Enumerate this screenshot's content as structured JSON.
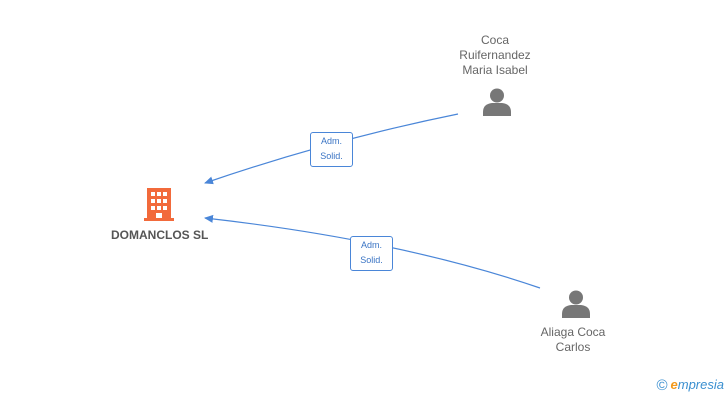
{
  "company": {
    "name": "DOMANCLOS SL",
    "icon": "building-icon",
    "color": "#f26a3b"
  },
  "persons": [
    {
      "lines": [
        "Coca",
        "Ruifernandez",
        "Maria Isabel"
      ],
      "icon": "person-icon"
    },
    {
      "lines": [
        "Aliaga Coca",
        "Carlos"
      ],
      "icon": "person-icon"
    }
  ],
  "edges": [
    {
      "from": "Coca Ruifernandez Maria Isabel",
      "to": "DOMANCLOS SL",
      "label_lines": [
        "Adm.",
        "Solid."
      ]
    },
    {
      "from": "Aliaga Coca Carlos",
      "to": "DOMANCLOS SL",
      "label_lines": [
        "Adm.",
        "Solid."
      ]
    }
  ],
  "colors": {
    "edge": "#4a86d8",
    "person_icon": "#777777",
    "text": "#666666"
  },
  "brand": {
    "copyright": "©",
    "initial": "e",
    "rest": "mpresia"
  }
}
